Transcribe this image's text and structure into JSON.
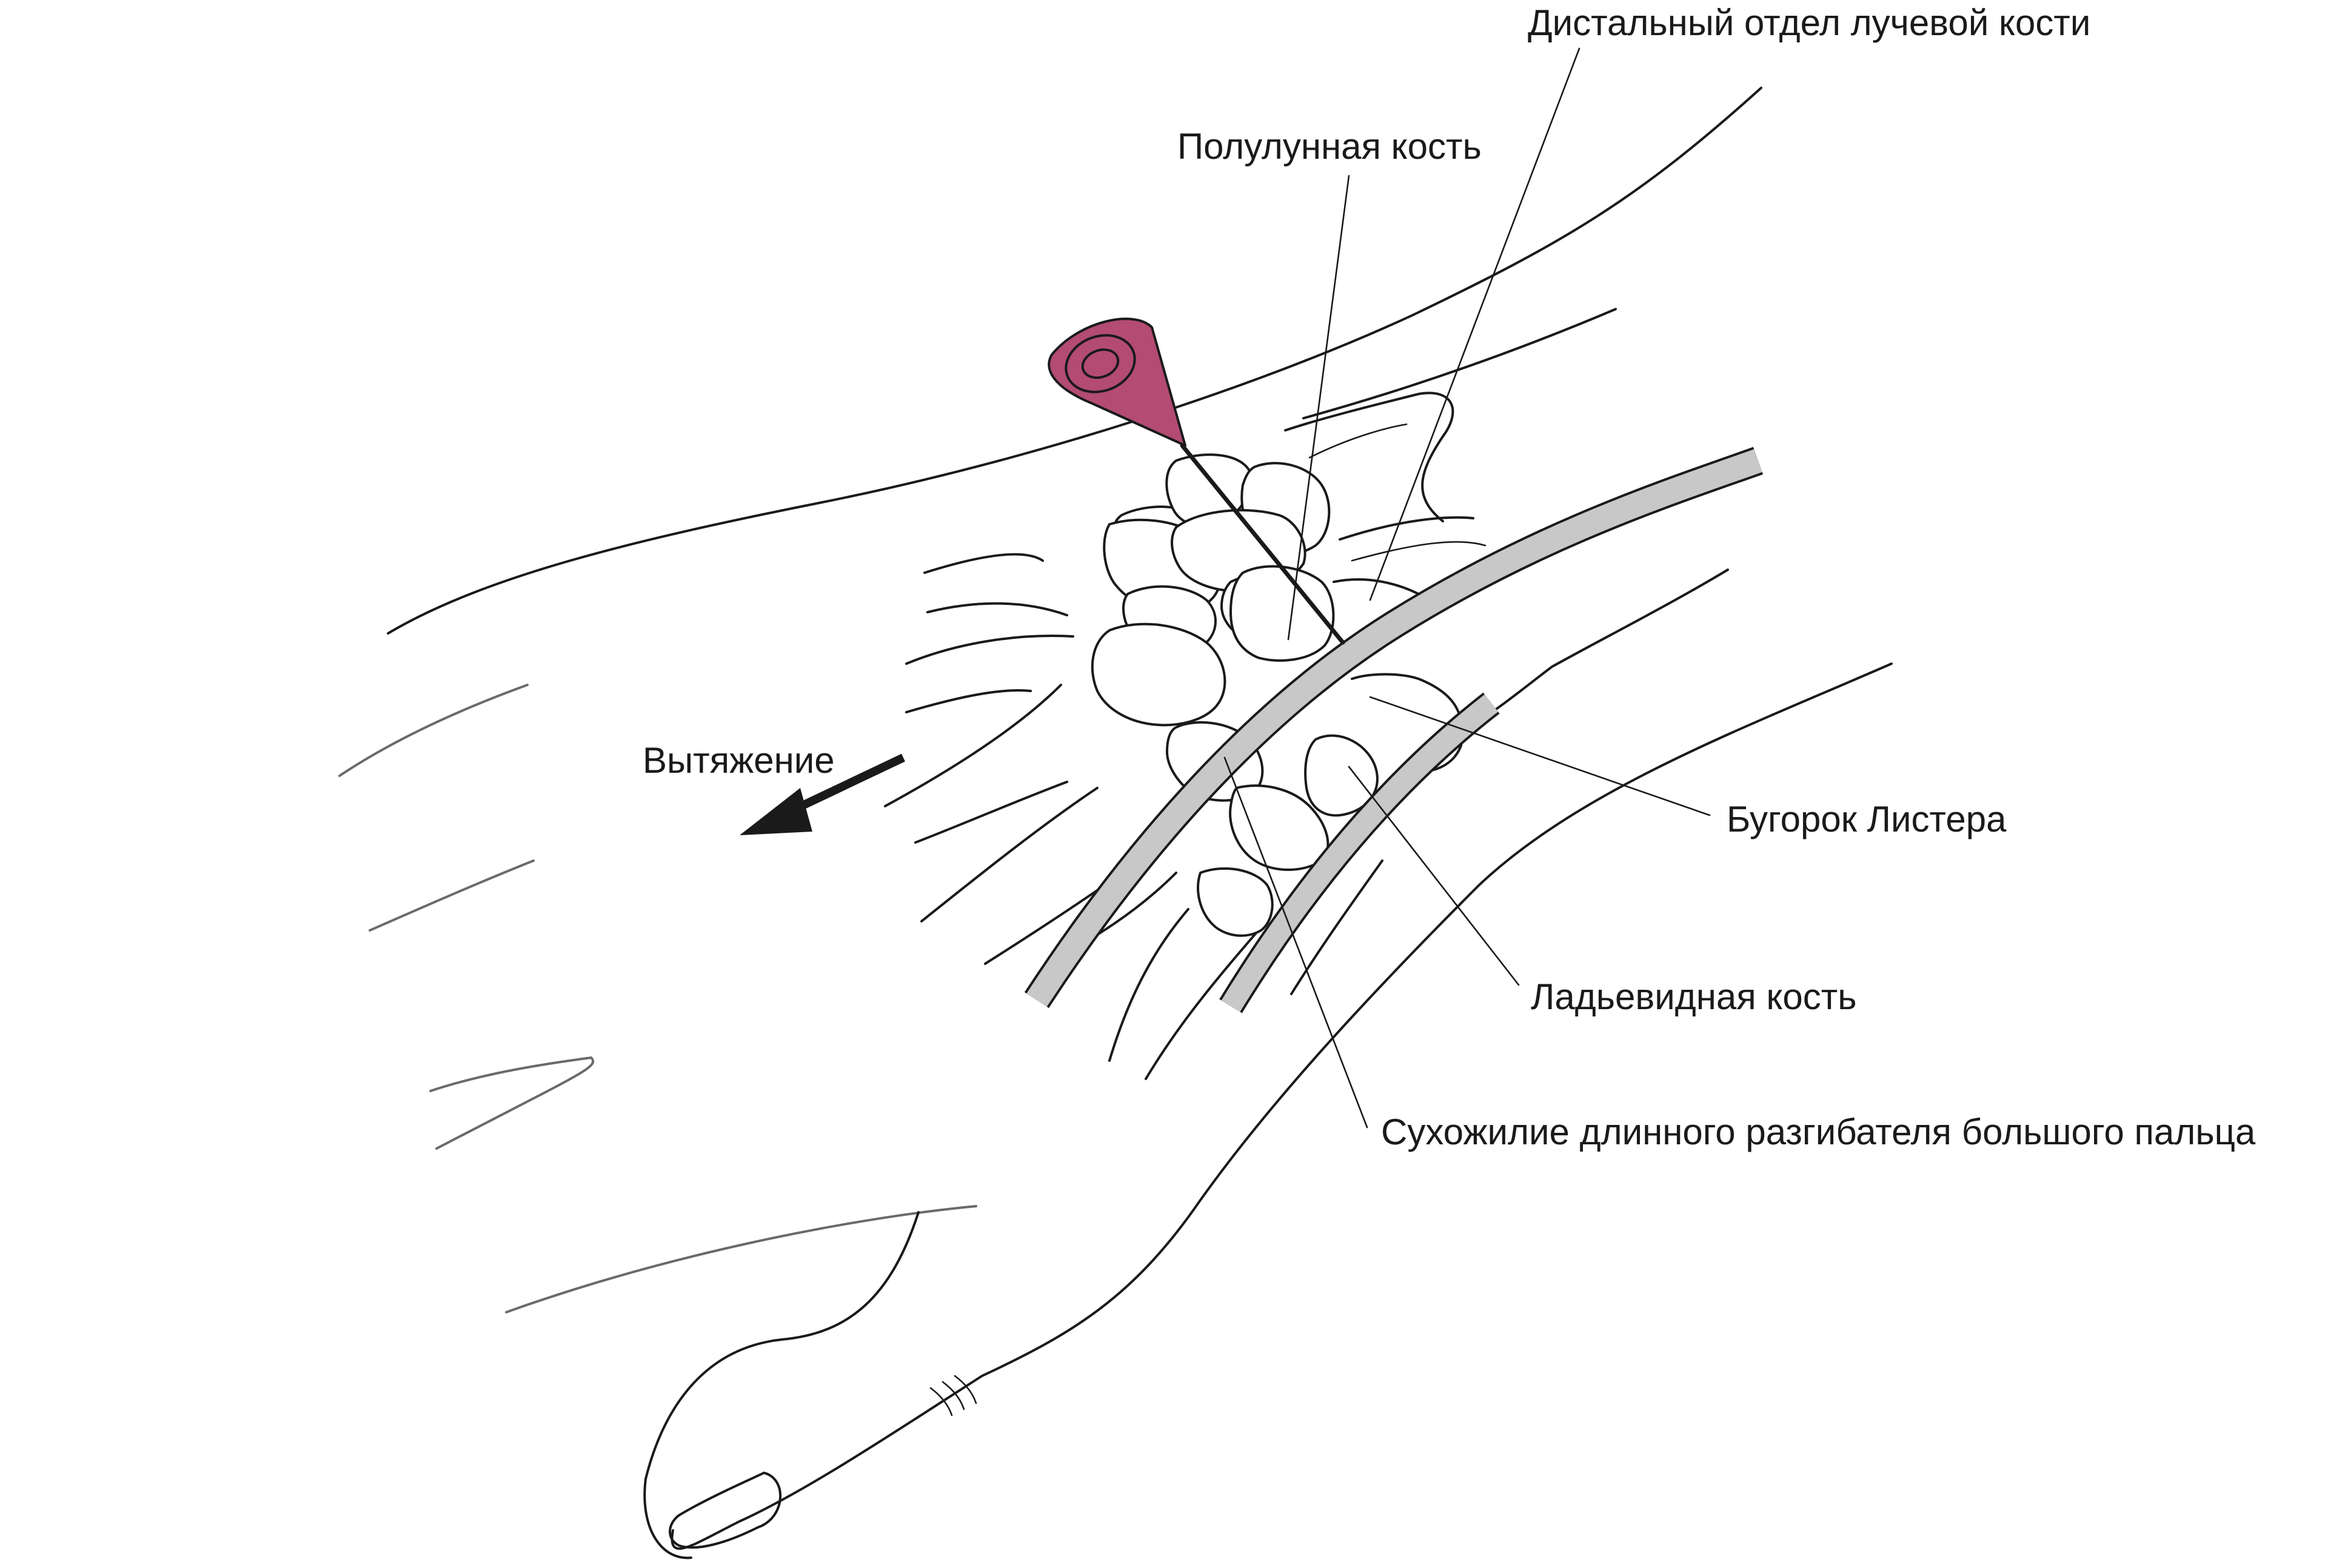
{
  "labels": {
    "distal_radius": "Дистальный отдел лучевой кости",
    "lunate": "Полулунная кость",
    "traction": "Вытяжение",
    "lister": "Бугорок Листера",
    "scaphoid": "Ладьевидная кость",
    "epl_tendon": "Сухожилие длинного разгибателя большого пальца"
  },
  "colors": {
    "needle_hub": "#b34b73",
    "tendon": "#c8c8c8",
    "outline": "#1a1a1a"
  },
  "icons": {
    "traction_arrow": "arrow-down-left-icon",
    "needle": "needle-icon"
  }
}
